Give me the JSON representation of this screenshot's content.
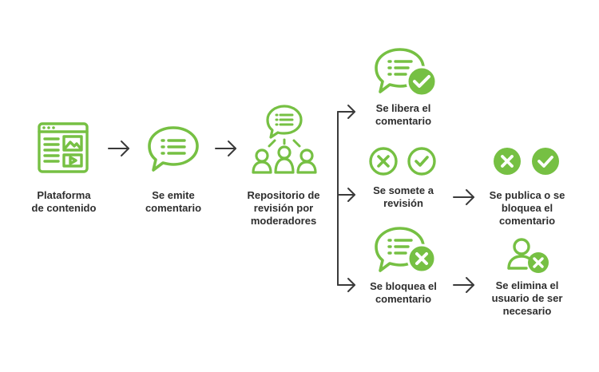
{
  "colors": {
    "accent": "#76c043",
    "text": "#2e2e2e",
    "arrow": "#3a3a3a"
  },
  "steps": {
    "platform": {
      "label": "Plataforma\nde contenido",
      "icon": "content-platform-icon"
    },
    "emit": {
      "label": "Se emite\ncomentario",
      "icon": "speech-bubble-icon"
    },
    "repo": {
      "label": "Repositorio de\nrevisión por\nmoderadores",
      "icon": "moderators-group-icon"
    },
    "release": {
      "label": "Se libera el\ncomentario",
      "icon": "comment-approved-icon"
    },
    "review": {
      "label": "Se somete a\nrevisión",
      "icon": "reject-approve-icon"
    },
    "block": {
      "label": "Se bloquea el\ncomentario",
      "icon": "comment-blocked-icon"
    },
    "publish": {
      "label": "Se publica o se\nbloquea el\ncomentario",
      "icon": "reject-approve-icon"
    },
    "remove": {
      "label": "Se elimina el\nusuario de ser\nnecesario",
      "icon": "remove-user-icon"
    }
  }
}
